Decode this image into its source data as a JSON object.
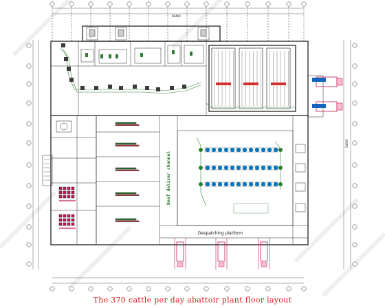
{
  "caption": "The 370 cattle per day abattoir plant floor layout",
  "labels": {
    "channel": "Beef deliver channel",
    "platform": "Despatching platform",
    "top_dimension": "86400",
    "right_dimension": "54000"
  },
  "colors": {
    "wall": "#111111",
    "rail": "#2e7d32",
    "equipment": "#00897b",
    "accent": "#c2185b",
    "caption": "#d81b1b"
  }
}
